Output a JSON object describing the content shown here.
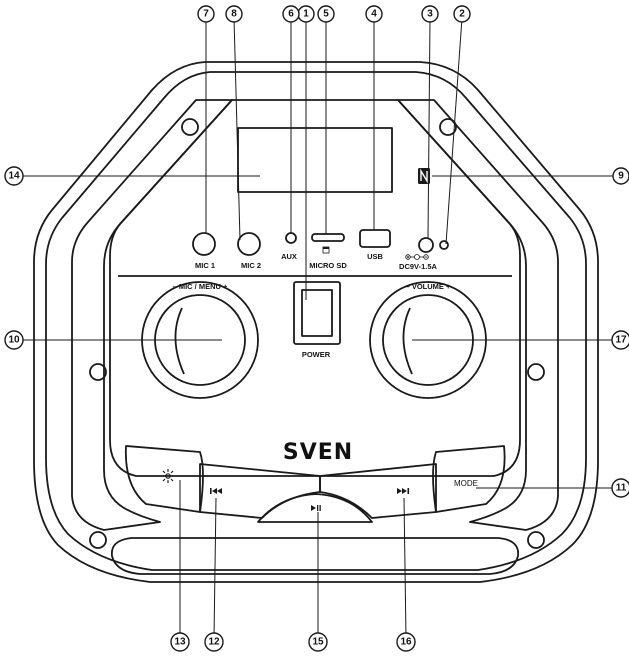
{
  "diagram": {
    "brand": "SVEN",
    "labels": {
      "mic1": "MIC 1",
      "mic2": "MIC 2",
      "aux": "AUX",
      "micro_sd": "MICRO SD",
      "usb": "USB",
      "dc": "DC9V-1.5A",
      "mic_menu": "–  MIC / MENU  +",
      "volume": "–  VOLUME  +",
      "power": "POWER",
      "mode": "MODE"
    },
    "callouts": {
      "c1": "1",
      "c2": "2",
      "c3": "3",
      "c4": "4",
      "c5": "5",
      "c6": "6",
      "c7": "7",
      "c8": "8",
      "c9": "9",
      "c10": "10",
      "c11": "11",
      "c12": "12",
      "c13": "13",
      "c14": "14",
      "c15": "15",
      "c16": "16",
      "c17": "17"
    },
    "icons": [
      "light-icon",
      "previous-icon",
      "play-pause-icon",
      "next-icon",
      "nfc-icon"
    ]
  }
}
